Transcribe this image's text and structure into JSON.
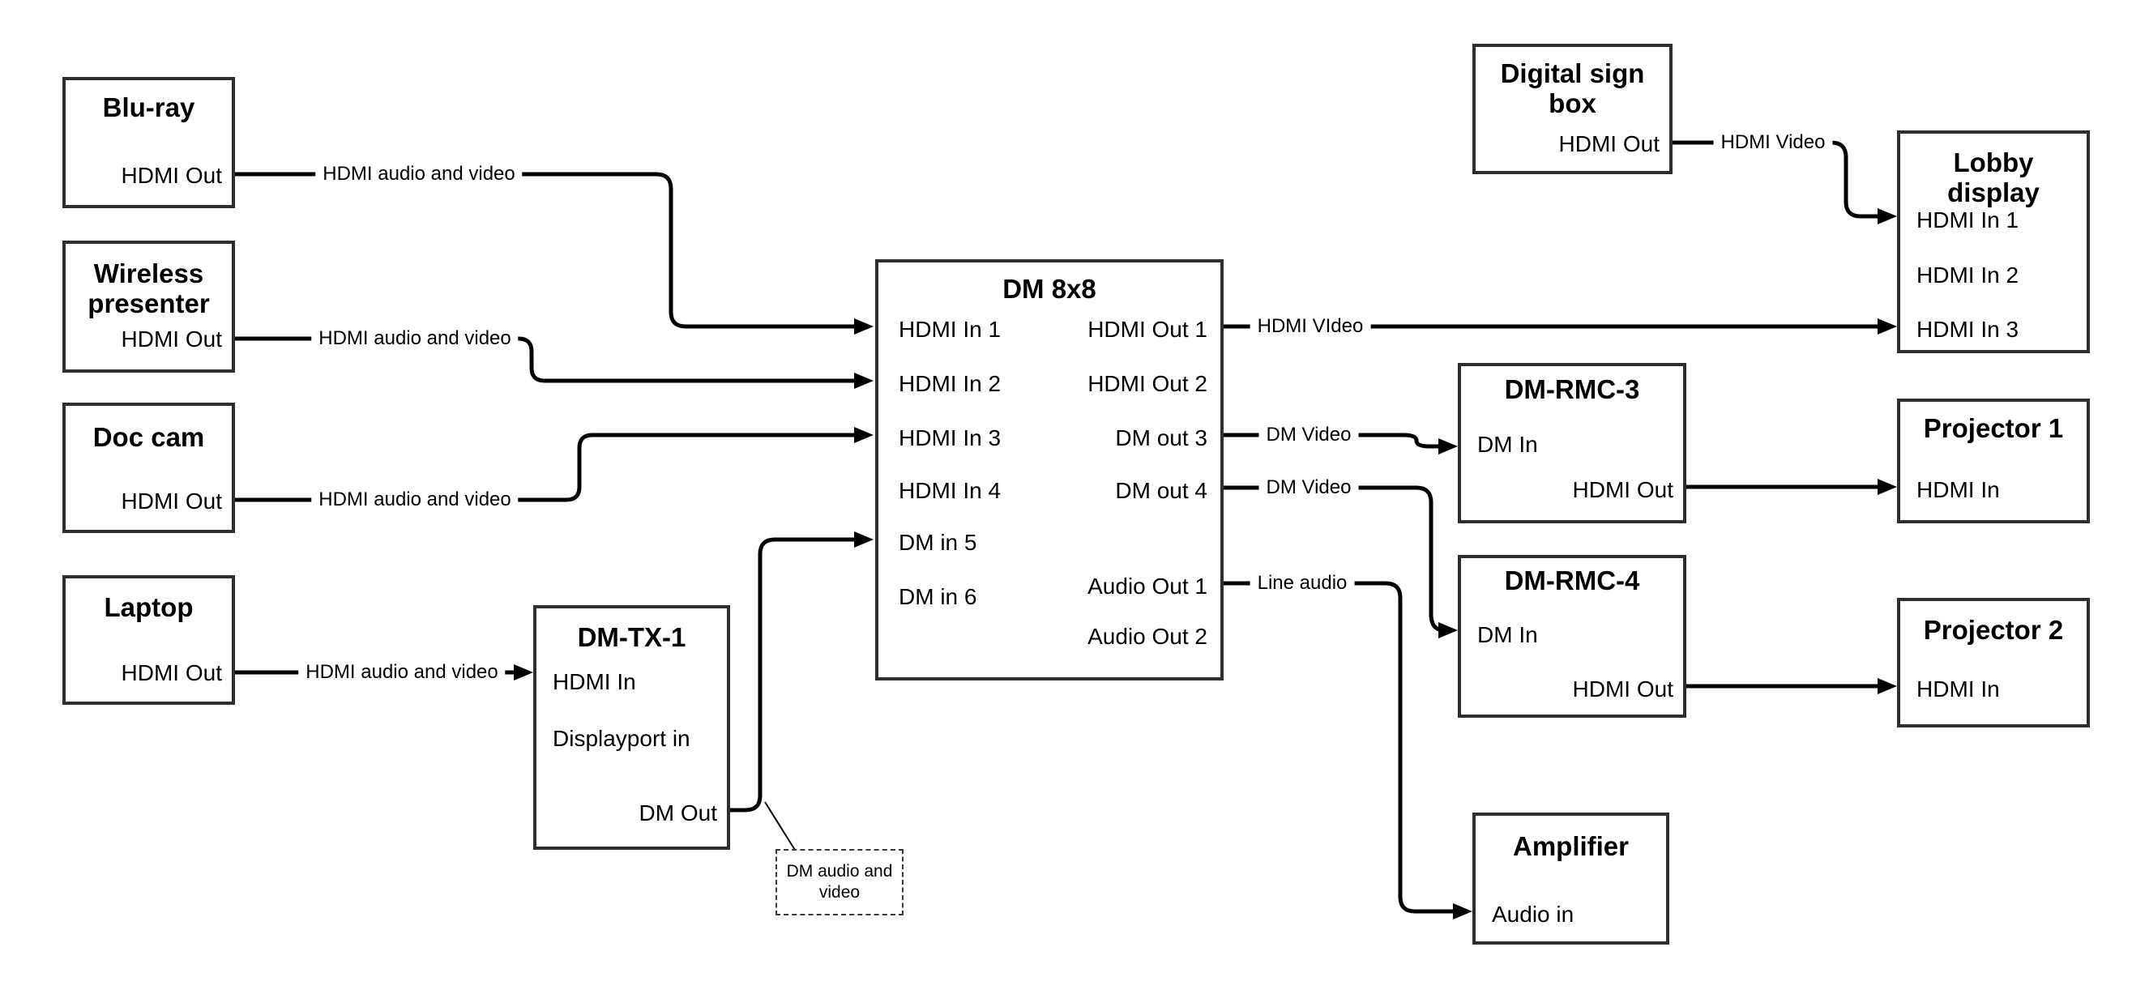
{
  "diagram": {
    "devices": {
      "bluray": {
        "title": "Blu-ray",
        "port_hdmi_out": "HDMI Out"
      },
      "wireless": {
        "title": "Wireless\npresenter",
        "port_hdmi_out": "HDMI Out"
      },
      "doc_cam": {
        "title": "Doc cam",
        "port_hdmi_out": "HDMI Out"
      },
      "laptop": {
        "title": "Laptop",
        "port_hdmi_out": "HDMI Out"
      },
      "dm_tx_1": {
        "title": "DM-TX-1",
        "port_hdmi_in": "HDMI In",
        "port_displayport_in": "Displayport in",
        "port_dm_out": "DM Out"
      },
      "dm_8x8": {
        "title": "DM 8x8",
        "inputs": [
          "HDMI In 1",
          "HDMI In 2",
          "HDMI In 3",
          "HDMI In 4",
          "DM in 5",
          "DM in 6"
        ],
        "outputs": [
          "HDMI Out 1",
          "HDMI Out 2",
          "DM out 3",
          "DM out 4",
          "Audio Out 1",
          "Audio Out 2"
        ]
      },
      "digital_sign": {
        "title": "Digital sign\nbox",
        "port_hdmi_out": "HDMI Out"
      },
      "lobby_display": {
        "title": "Lobby\ndisplay",
        "inputs": [
          "HDMI In 1",
          "HDMI In 2",
          "HDMI In 3"
        ]
      },
      "dm_rmc_3": {
        "title": "DM-RMC-3",
        "port_dm_in": "DM In",
        "port_hdmi_out": "HDMI Out"
      },
      "dm_rmc_4": {
        "title": "DM-RMC-4",
        "port_dm_in": "DM In",
        "port_hdmi_out": "HDMI Out"
      },
      "projector_1": {
        "title": "Projector 1",
        "port_hdmi_in": "HDMI In"
      },
      "projector_2": {
        "title": "Projector 2",
        "port_hdmi_in": "HDMI In"
      },
      "amplifier": {
        "title": "Amplifier",
        "port_audio_in": "Audio in"
      }
    },
    "wire_labels": {
      "bluray_to_switch": "HDMI audio and video",
      "wireless_to_switch": "HDMI audio and video",
      "doccam_to_switch": "HDMI audio and video",
      "laptop_to_tx": "HDMI audio and video",
      "out1_to_lobby": "HDMI VIdeo",
      "out3_to_rmc3": "DM Video",
      "out4_to_rmc4": "DM Video",
      "audio1_to_amp": "Line audio",
      "sign_to_lobby": "HDMI Video"
    },
    "annotation": {
      "text": "DM audio and\nvideo"
    }
  }
}
